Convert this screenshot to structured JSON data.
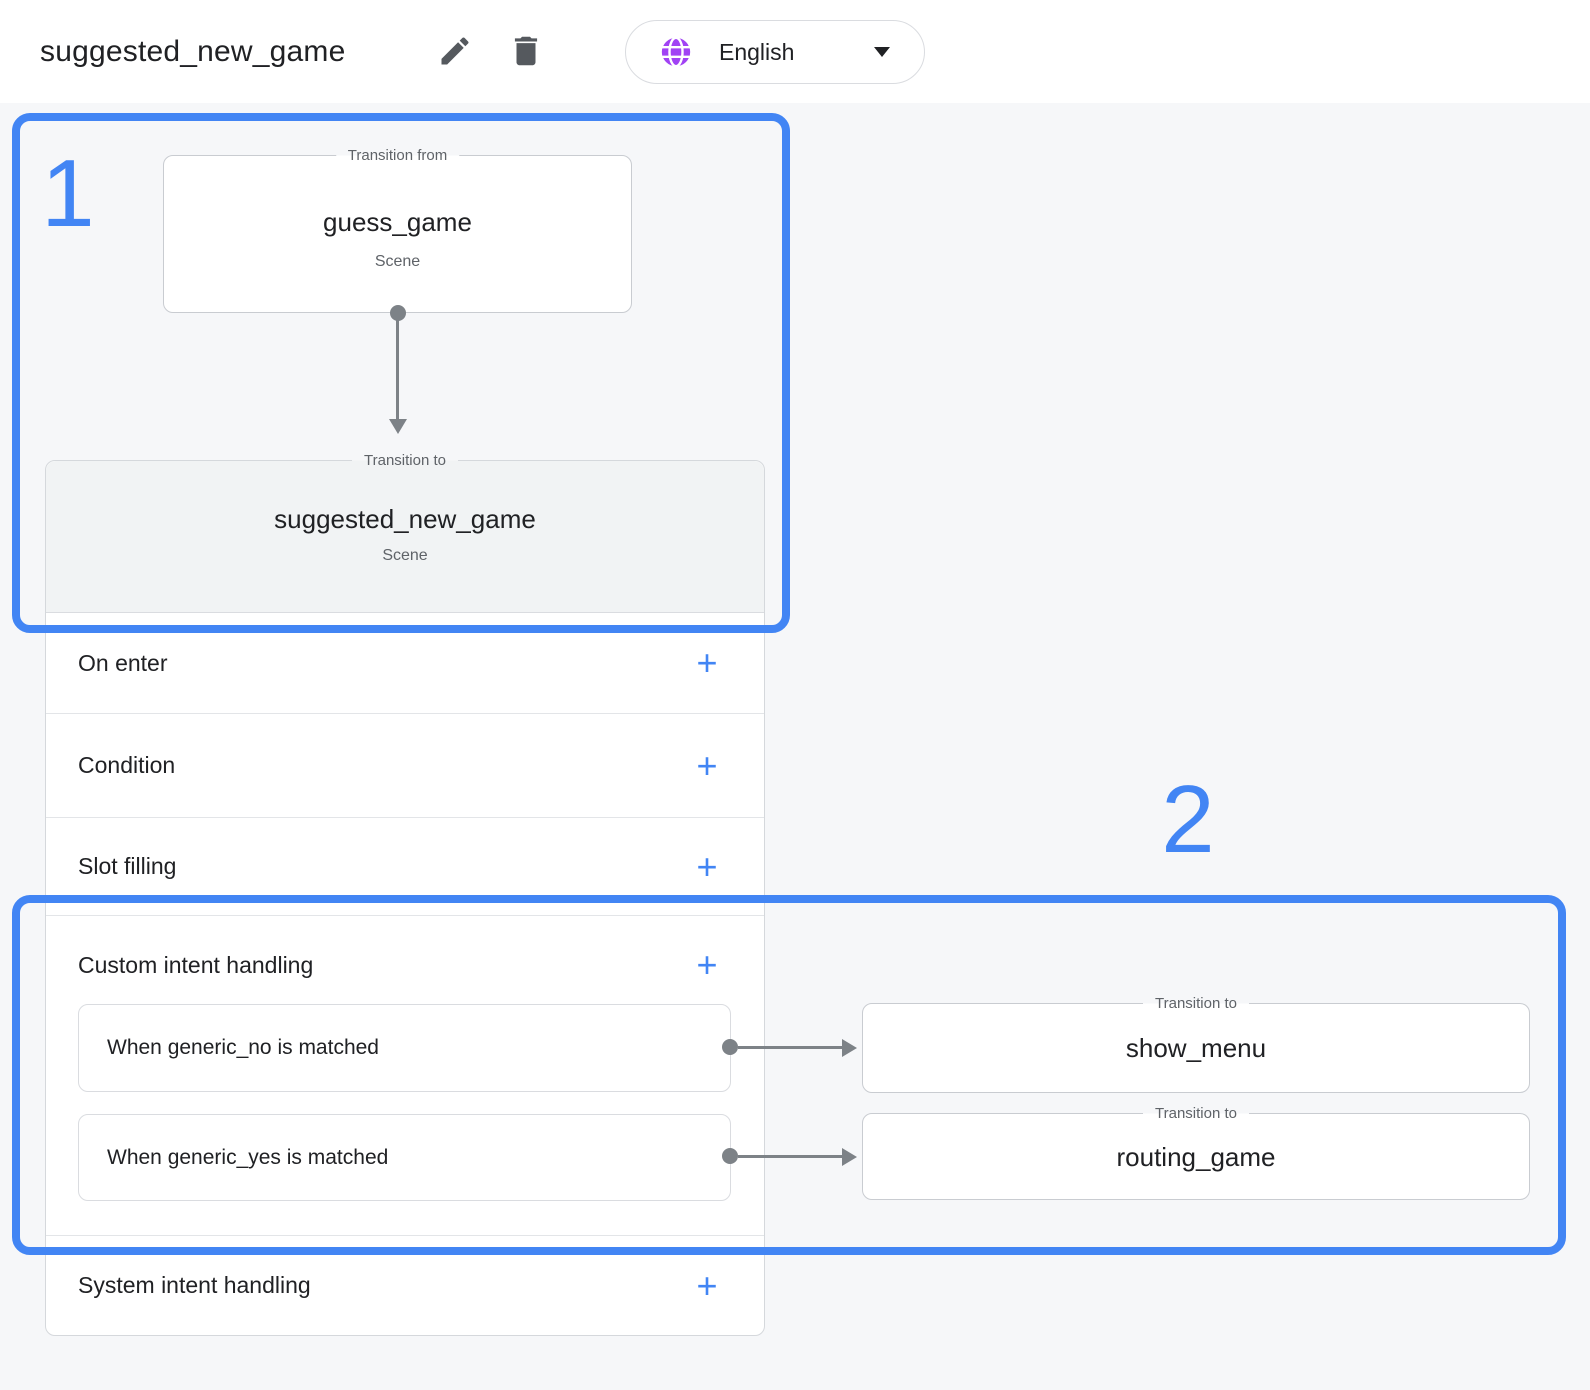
{
  "header": {
    "title": "suggested_new_game",
    "language": {
      "label": "English"
    }
  },
  "annotations": {
    "step_1": "1",
    "step_2": "2"
  },
  "flow": {
    "from_node": {
      "legend": "Transition from",
      "name": "guess_game",
      "type": "Scene"
    },
    "to_node": {
      "legend": "Transition to",
      "name": "suggested_new_game",
      "type": "Scene"
    }
  },
  "panel": {
    "rows": [
      {
        "label": "On enter",
        "action": "+"
      },
      {
        "label": "Condition",
        "action": "+"
      },
      {
        "label": "Slot filling",
        "action": "+"
      }
    ],
    "custom_intent": {
      "label": "Custom intent handling",
      "action": "+",
      "intents": [
        {
          "label": "When generic_no is matched",
          "transition": {
            "legend": "Transition to",
            "name": "show_menu"
          }
        },
        {
          "label": "When generic_yes is matched",
          "transition": {
            "legend": "Transition to",
            "name": "routing_game"
          }
        }
      ]
    },
    "system_intent": {
      "label": "System intent handling",
      "action": "+"
    }
  },
  "colors": {
    "annotation_blue": "#4285f4",
    "plus_blue": "#4285f4",
    "globe_purple": "#a142f4",
    "icon_gray": "#5f6368",
    "connector_gray": "#7d8287",
    "canvas_gray": "#f6f7f9",
    "section_gray": "#f1f3f4"
  }
}
